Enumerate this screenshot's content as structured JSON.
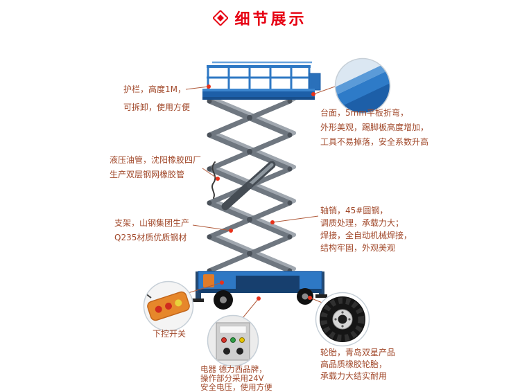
{
  "title": {
    "icon": "diamond",
    "text": "细节展示"
  },
  "colors": {
    "title_red": "#e60012",
    "callout_text": "#a1482a",
    "machine_blue": "#2e78c4",
    "scissor_gray": "#6f7780",
    "remote_orange": "#e6872b",
    "dot_red": "#e8311a"
  },
  "callouts": {
    "guardrail": {
      "lines": [
        "护栏，高度1M，",
        "可拆卸，使用方便"
      ]
    },
    "platform": {
      "lines": [
        "台面，5mm平板折弯，",
        "外形美观，踢脚板高度增加，",
        "工具不易掉落，安全系数升高"
      ]
    },
    "hose": {
      "lines": [
        "液压油管，沈阳橡胶四厂",
        "生产双层钢网橡胶管"
      ]
    },
    "frame": {
      "lines": [
        "支架，山钢集团生产",
        "Q235材质优质钢材"
      ]
    },
    "pin": {
      "lines": [
        "轴销，45#圆钢，",
        "调质处理，承载力大；",
        "焊接，全自动机械焊接，",
        "结构牢固，外观美观"
      ]
    },
    "remote": {
      "label": "下控开关"
    },
    "electric": {
      "lines": [
        "电器 德力西品牌，",
        "操作部分采用24V",
        "安全电压，使用方便"
      ]
    },
    "tire": {
      "lines": [
        "轮胎，青岛双星产品",
        "高品质橡胶轮胎，",
        "承载力大结实耐用"
      ]
    }
  }
}
